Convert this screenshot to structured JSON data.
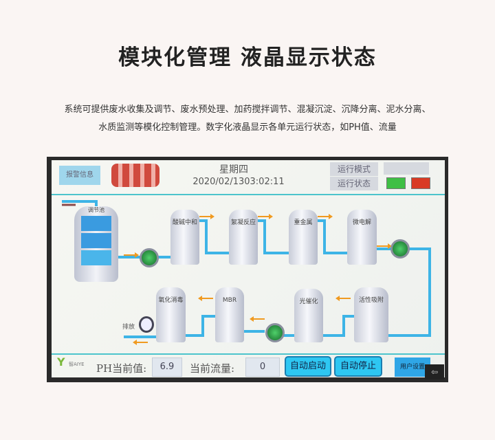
{
  "title": "模块化管理  液晶显示状态",
  "description": [
    "系统可提供废水收集及调节、废水预处理、加药搅拌调节、混凝沉淀、沉降分离、泥水分离、",
    "水质监测等模化控制管理。数字化液晶显示各单元运行状态，如PH值、流量"
  ],
  "hmi": {
    "alarm_button": "报警信息",
    "weekday": "星期四",
    "datetime": "2020/02/1303:02:11",
    "run_mode_label": "运行模式",
    "run_status_label": "运行状态",
    "colors": {
      "status_on": "#3fbf45",
      "status_off": "#d93a25",
      "accent": "#2ec7f2"
    },
    "tanks": {
      "equalization": "调节池",
      "neutralization": "酸碱中和",
      "flocculation": "絮凝反应",
      "heavy_metal": "重金属",
      "micro_electrolysis": "微电解",
      "adsorption": "活性吸附",
      "photocatalysis": "光催化",
      "mbr": "MBR",
      "oxidation": "氧化消毒"
    },
    "discharge": "排放",
    "ph_label": "PH当前值:",
    "ph_value": "6.9",
    "flow_label": "当前流量:",
    "flow_value": "0",
    "auto_start": "自动启动",
    "auto_stop": "自动停止",
    "user_settings": "用户设置",
    "logo_text": "智AIYE"
  }
}
